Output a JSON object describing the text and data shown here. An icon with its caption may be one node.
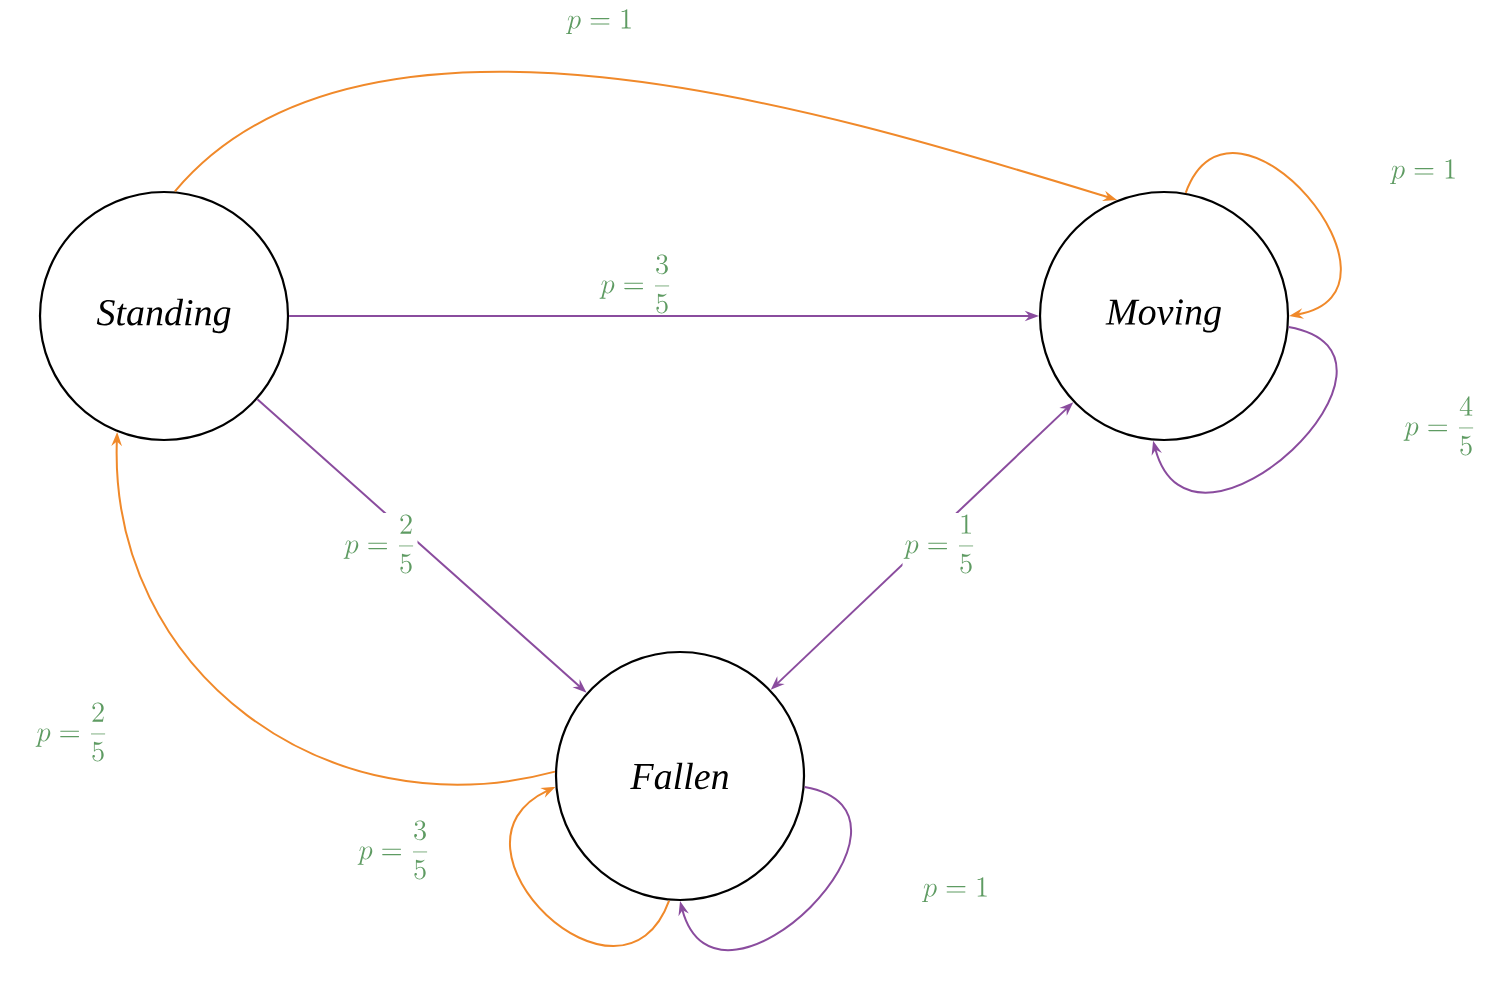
{
  "diagram": {
    "nodes": [
      {
        "text": [
          "Standing"
        ]
      },
      {
        "text": [
          "Moving"
        ]
      },
      {
        "text": [
          "Fallen"
        ]
      }
    ],
    "edges": [
      {
        "from": 0,
        "to": 1,
        "arrow": "to",
        "label": "p = 1",
        "color": "#f0892a"
      },
      {
        "from": 0,
        "to": 1,
        "arrow": "to",
        "label": "p = \\frac{3}{5}"
      },
      {
        "from": 0,
        "to": 2,
        "arrow": "to",
        "label": "p = \\frac{2}{5}"
      },
      {
        "from": 2,
        "to": 0,
        "arrow": "to",
        "label": "p = \\frac{2}{5}",
        "color": "#f0892a"
      },
      {
        "from": 1,
        "to": 2,
        "arrow": "both",
        "label": "p = \\frac{1}{5}"
      },
      {
        "from": 1,
        "to": 1,
        "arrow": "to",
        "label": "p = 1",
        "color": "#f0892a"
      },
      {
        "from": 1,
        "to": 1,
        "arrow": "to",
        "label": "p = \\frac{4}{5}"
      },
      {
        "from": 2,
        "to": 2,
        "arrow": "to",
        "label": "p = \\frac{3}{5}",
        "color": "#f0892a"
      },
      {
        "from": 2,
        "to": 2,
        "arrow": "to",
        "label": "p = 1"
      }
    ]
  }
}
